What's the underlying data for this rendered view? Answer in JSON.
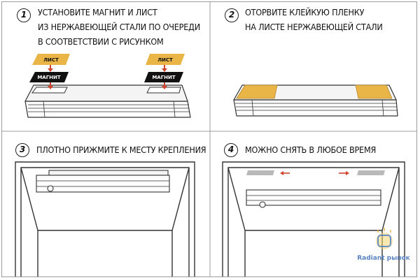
{
  "steps": [
    {
      "number": "1",
      "lines": [
        "УСТАНОВИТЕ МАГНИТ И ЛИСТ",
        "ИЗ НЕРЖАВЕЮЩЕЙ СТАЛИ ПО ОЧЕРЕДИ",
        "В СООТВЕТСТВИИ С РИСУНКОМ"
      ],
      "labels": {
        "sheet": "ЛИСТ",
        "magnet": "МАГНИТ"
      }
    },
    {
      "number": "2",
      "lines": [
        "ОТОРВИТЕ КЛЕЙКУЮ ПЛЕНКУ",
        "НА ЛИСТЕ НЕРЖАВЕЮЩЕЙ СТАЛИ"
      ]
    },
    {
      "number": "3",
      "lines": [
        "ПЛОТНО ПРИЖМИТЕ К МЕСТУ КРЕПЛЕНИЯ"
      ]
    },
    {
      "number": "4",
      "lines": [
        "МОЖНО СНЯТЬ В ЛЮБОЕ ВРЕМЯ"
      ]
    }
  ],
  "watermark": {
    "text": "Radiant рынок"
  },
  "colors": {
    "sheet": "#e9b547",
    "magnet": "#111111",
    "arrow": "#d2432b",
    "line": "#333333",
    "divider": "#9c9c9c",
    "watermark": "#5a84c2"
  }
}
